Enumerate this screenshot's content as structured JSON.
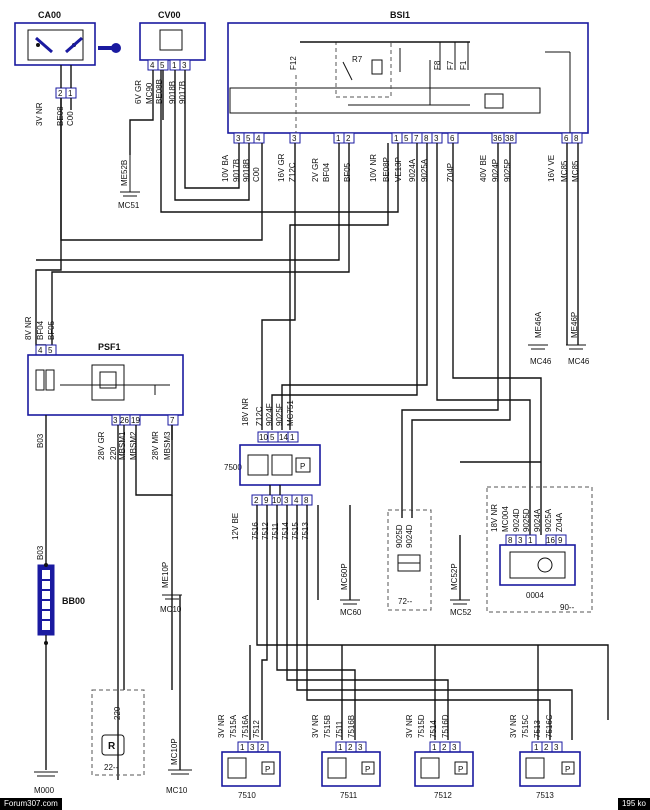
{
  "components": {
    "ca00": "CA00",
    "cv00": "CV00",
    "bsi1": "BSI1",
    "psf1": "PSF1",
    "unit_7500": "7500",
    "bb00": "BB00",
    "box_0004": "0004",
    "box_72": "72--",
    "box_90": "90--",
    "box_22": "22--",
    "u7510": "7510",
    "u7511": "7511",
    "u7512": "7512",
    "u7513": "7513"
  },
  "relay_label": "R7",
  "fuses": [
    "F12",
    "F8",
    "F7",
    "F1"
  ],
  "grounds": [
    "MC51",
    "MC46",
    "MC46",
    "MC10",
    "MC60",
    "MC52",
    "M000",
    "MC10"
  ],
  "ground_refs": [
    "ME52B",
    "ME46A",
    "ME46P",
    "ME10P",
    "MC60P",
    "MC52P",
    "MC10P"
  ],
  "connectors": {
    "ca00": {
      "spec": "3V NR",
      "pins": [
        "2",
        "1"
      ],
      "wires": [
        "BE08",
        "C00"
      ]
    },
    "cv00": {
      "spec": "6V GR",
      "pins": [
        "4",
        "5",
        "1",
        "3"
      ],
      "wires": [
        "MC90",
        "BE08B",
        "9018B",
        "9017B"
      ]
    },
    "bsi_a": {
      "spec": "10V BA",
      "pins": [
        "3",
        "5",
        "4"
      ],
      "wires": [
        "9017B",
        "9018B",
        "C00"
      ]
    },
    "bsi_b": {
      "spec": "16V GR",
      "pins": [
        "3"
      ],
      "wires": [
        "Z12C"
      ]
    },
    "bsi_c": {
      "spec": "2V GR",
      "pins": [
        "1",
        "2"
      ],
      "wires": [
        "BF04",
        "BF05"
      ]
    },
    "bsi_d": {
      "spec": "10V NR",
      "pins": [
        "1",
        "5",
        "7",
        "8",
        "3"
      ],
      "wires": [
        "BE08P",
        "VE13P",
        "9024A",
        "9025A"
      ]
    },
    "bsi_e": {
      "spec": "",
      "pins": [
        "6"
      ],
      "wires": [
        "Z04P"
      ]
    },
    "bsi_f": {
      "spec": "40V BE",
      "pins": [
        "36",
        "38"
      ],
      "wires": [
        "9024P",
        "9025P"
      ]
    },
    "bsi_g": {
      "spec": "16V VE",
      "pins": [
        "6",
        "8"
      ],
      "wires": [
        "MC85",
        "MC85"
      ]
    },
    "psf1_in": {
      "spec": "8V NR",
      "pins": [
        "4",
        "5"
      ],
      "wires": [
        "BF04",
        "BF05"
      ]
    },
    "psf1_out": {
      "spec": "28V GR",
      "pins": [
        "3",
        "26",
        "19"
      ],
      "wires": [
        "220",
        "MBSM1",
        "MBSM2"
      ]
    },
    "psf1_out2": {
      "spec": "28V MR",
      "pins": [
        "7"
      ],
      "wires": [
        "MBSM3"
      ]
    },
    "u7500_top": {
      "spec": "18V NR",
      "pins": [
        "10",
        "5",
        "14",
        "1"
      ],
      "wires": [
        "Z12C",
        "9024F",
        "9025F",
        "MC751"
      ]
    },
    "u7500_bot": {
      "spec": "12V BE",
      "pins": [
        "2",
        "9",
        "10",
        "3",
        "4",
        "8"
      ],
      "wires": [
        "7516",
        "7512",
        "7511",
        "7514",
        "7515",
        "7513"
      ]
    },
    "u0004": {
      "spec": "18V NR",
      "pins": [
        "8",
        "3",
        "1",
        "16",
        "9"
      ],
      "wires": [
        "MC004",
        "9024D",
        "9025D",
        "9024A",
        "9025A",
        "Z04A"
      ]
    },
    "u72": {
      "spec": "",
      "pins": [],
      "wires": [
        "9025D",
        "9024D"
      ]
    },
    "u7510": {
      "spec": "3V NR",
      "pins": [
        "1",
        "3",
        "2"
      ],
      "wires": [
        "7515A",
        "7516A",
        "7512"
      ]
    },
    "u7511": {
      "spec": "3V NR",
      "pins": [
        "1",
        "2",
        "3"
      ],
      "wires": [
        "7515B",
        "7511",
        "7516B"
      ]
    },
    "u7512": {
      "spec": "3V NR",
      "pins": [
        "1",
        "2",
        "3"
      ],
      "wires": [
        "7515D",
        "7514",
        "7516D"
      ]
    },
    "u7513": {
      "spec": "3V NR",
      "pins": [
        "1",
        "2",
        "3"
      ],
      "wires": [
        "7515C",
        "7513",
        "7516C"
      ]
    },
    "bb00_wire": "B03",
    "psf1_wire": "B03",
    "u22_wire": "220"
  },
  "footer": {
    "left": "Forum307.com",
    "right": "195 ko"
  }
}
